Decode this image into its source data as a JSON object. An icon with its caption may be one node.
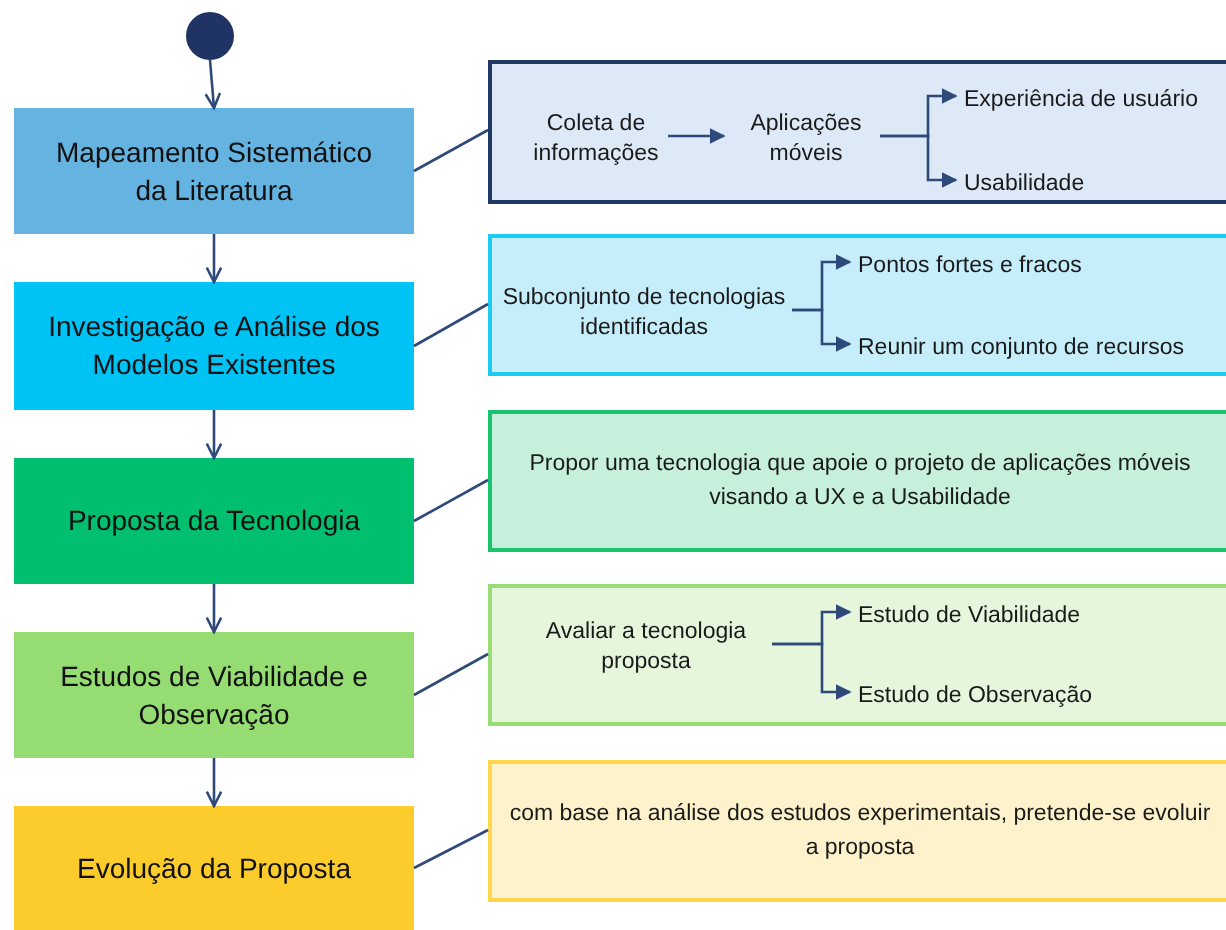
{
  "diagram": {
    "nodes": [
      {
        "text": [],
        "shape": "circle"
      },
      {
        "text": [
          "Mapeamento Sistemático da Literatura"
        ]
      },
      {
        "text": [
          "Investigação e Análise dos Modelos Existentes"
        ]
      },
      {
        "text": [
          "Proposta da Tecnologia"
        ]
      },
      {
        "text": [
          "Estudos de Viabilidade e Observação"
        ]
      },
      {
        "text": [
          "Evolução da Proposta"
        ]
      },
      {
        "text": [],
        "shape": "box"
      },
      {
        "text": [
          "Coleta de informações"
        ],
        "in": 6
      },
      {
        "text": [
          "Aplicações móveis"
        ],
        "in": 6
      },
      {
        "text": [
          "Experiência de usuário"
        ],
        "in": 6
      },
      {
        "text": [
          "Usabilidade"
        ],
        "in": 6
      },
      {
        "text": [],
        "shape": "box"
      },
      {
        "text": [
          "Subconjunto de tecnologias identificadas"
        ],
        "in": 11
      },
      {
        "text": [
          "Pontos fortes e fracos"
        ],
        "in": 11
      },
      {
        "text": [
          "Reunir um conjunto de recursos"
        ],
        "in": 11
      },
      {
        "text": [
          "Propor uma tecnologia que apoie o projeto de aplicações móveis visando a UX e a Usabilidade"
        ]
      },
      {
        "text": [],
        "shape": "box"
      },
      {
        "text": [
          "Avaliar a tecnologia proposta"
        ],
        "in": 16
      },
      {
        "text": [
          "Estudo de Viabilidade"
        ],
        "in": 16
      },
      {
        "text": [
          "Estudo de Observação"
        ],
        "in": 16
      },
      {
        "text": [
          "com base na análise dos estudos experimentais, pretende-se evoluir a proposta"
        ]
      }
    ],
    "edges": [
      {
        "from": 0,
        "to": 1,
        "arrow": "to"
      },
      {
        "from": 1,
        "to": 2,
        "arrow": "to"
      },
      {
        "from": 2,
        "to": 3,
        "arrow": "to"
      },
      {
        "from": 3,
        "to": 4,
        "arrow": "to"
      },
      {
        "from": 4,
        "to": 5,
        "arrow": "to"
      },
      {
        "from": 1,
        "to": 6,
        "arrow": "none"
      },
      {
        "from": 2,
        "to": 11,
        "arrow": "none"
      },
      {
        "from": 3,
        "to": 15,
        "arrow": "none"
      },
      {
        "from": 4,
        "to": 16,
        "arrow": "none"
      },
      {
        "from": 5,
        "to": 20,
        "arrow": "none"
      },
      {
        "from": 7,
        "to": 8,
        "arrow": "to"
      },
      {
        "from": 8,
        "to": 9,
        "arrow": "to"
      },
      {
        "from": 8,
        "to": 10,
        "arrow": "to"
      },
      {
        "from": 12,
        "to": 13,
        "arrow": "to"
      },
      {
        "from": 12,
        "to": 14,
        "arrow": "to"
      },
      {
        "from": 17,
        "to": 18,
        "arrow": "to"
      },
      {
        "from": 17,
        "to": 19,
        "arrow": "to"
      }
    ]
  }
}
